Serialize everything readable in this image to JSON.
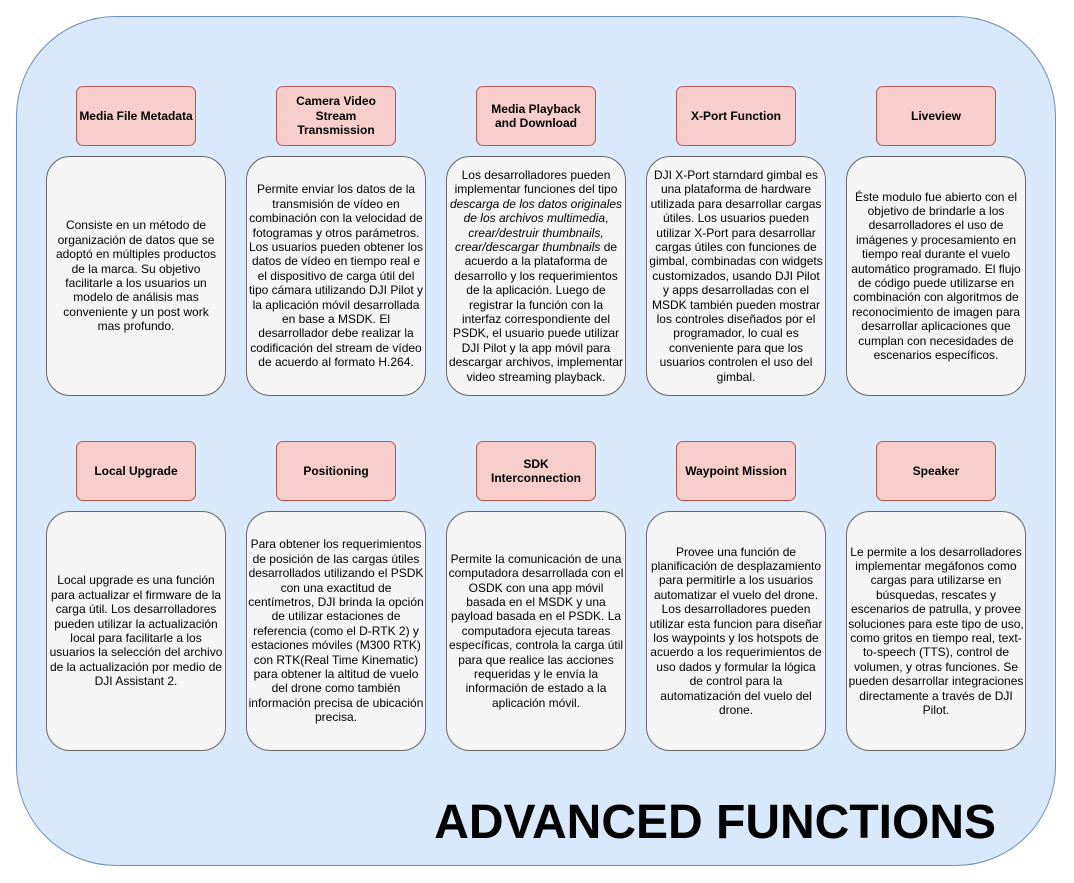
{
  "title": "ADVANCED FUNCTIONS",
  "functions": [
    {
      "name": "Media File Metadata",
      "desc": "Consiste en un método de organización de datos que se adoptó en múltiples productos de la marca. Su objetivo facilitarle a los usuarios un modelo de análisis mas conveniente y un post work mas profundo."
    },
    {
      "name": "Camera Video Stream Transmission",
      "desc": "Permite enviar los datos de la transmisión de vídeo en combinación con la velocidad de fotogramas y otros parámetros.\nLos usuarios pueden obtener los datos de vídeo en tiempo real e el dispositivo de carga útil del tipo cámara utilizando DJI Pilot y la aplicación móvil desarrollada en base a MSDK. El desarrollador debe realizar la codificación del stream de vídeo de acuerdo al formato H.264."
    },
    {
      "name": "Media Playback and Download",
      "desc_parts": [
        {
          "text": "Los desarrolladores pueden implementar funciones del tipo ",
          "italic": false
        },
        {
          "text": "descarga de los datos originales de los archivos multimedia",
          "italic": true
        },
        {
          "text": ", ",
          "italic": false
        },
        {
          "text": "crear/destruir thumbnails, crear/descargar thumbnails",
          "italic": true
        },
        {
          "text": " de acuerdo a la plataforma de desarrollo y los requerimientos de la aplicación. Luego de registrar la función con la interfaz correspondiente del PSDK, el usuario puede utilizar DJI Pilot y la app móvil para descargar archivos, implementar video streaming playback.",
          "italic": false
        }
      ]
    },
    {
      "name": "X-Port Function",
      "desc": "DJI X-Port starndard gimbal es una plataforma de hardware utilizada para desarrollar cargas útiles. Los usuarios pueden utilizar X-Port para desarrollar cargas útiles con funciones de gimbal, combinadas con widgets customizados, usando DJI Pilot y apps desarrolladas con el MSDK también pueden mostrar los controles diseñados por el programador, lo cual es conveniente para que los usuarios controlen el uso del gimbal."
    },
    {
      "name": "Liveview",
      "desc": "Éste modulo fue abierto con el objetivo de brindarle a los desarrolladores el uso de imágenes y procesamiento en tiempo real durante el vuelo automático programado. El flujo de código puede utilizarse en combinación con algoritmos de reconocimiento de imagen para desarrollar aplicaciones que cumplan con necesidades de escenarios específicos."
    },
    {
      "name": "Local Upgrade",
      "desc": "Local upgrade es una función para actualizar el firmware de la carga útil. Los desarrolladores pueden utilizar la actualización local para facilitarle a los usuarios la selección del archivo de la actualización por medio de DJI Assistant 2."
    },
    {
      "name": "Positioning",
      "desc": "Para obtener los requerimientos de posición de las cargas útiles desarrollados utilizando el PSDK con una exactitud de centímetros, DJI brinda la opción de utilizar estaciones de referencia (como el D-RTK 2) y estaciones móviles (M300 RTK) con RTK(Real Time Kinematic) para obtener la altitud de vuelo del drone como también información precisa de ubicación precisa."
    },
    {
      "name": "SDK Interconnection",
      "desc": "Permite la comunicación de una computadora desarrollada con el OSDK con una app móvil basada en el MSDK y una payload basada en el PSDK. La computadora ejecuta tareas específicas, controla la carga útil para que realice las acciones requeridas y le envía la información de estado a la aplicación móvil."
    },
    {
      "name": "Waypoint Mission",
      "desc": "Provee una función de planificación de desplazamiento para permitirle a los usuarios automatizar el vuelo del drone. Los desarrolladores pueden utilizar esta funcion para diseñar los waypoints y los hotspots de acuerdo a los requerimientos de uso dados y formular la lógica de control para la automatización del vuelo del drone."
    },
    {
      "name": "Speaker",
      "desc": "Le permite a los desarrolladores implementar megáfonos como cargas para utilizarse en búsquedas, rescates y escenarios de patrulla, y provee soluciones para este tipo de uso, como gritos en tiempo real, text-to-speech (TTS), control de volumen, y otras funciones. Se pueden desarrollar integraciones directamente a través de DJI Pilot."
    }
  ]
}
